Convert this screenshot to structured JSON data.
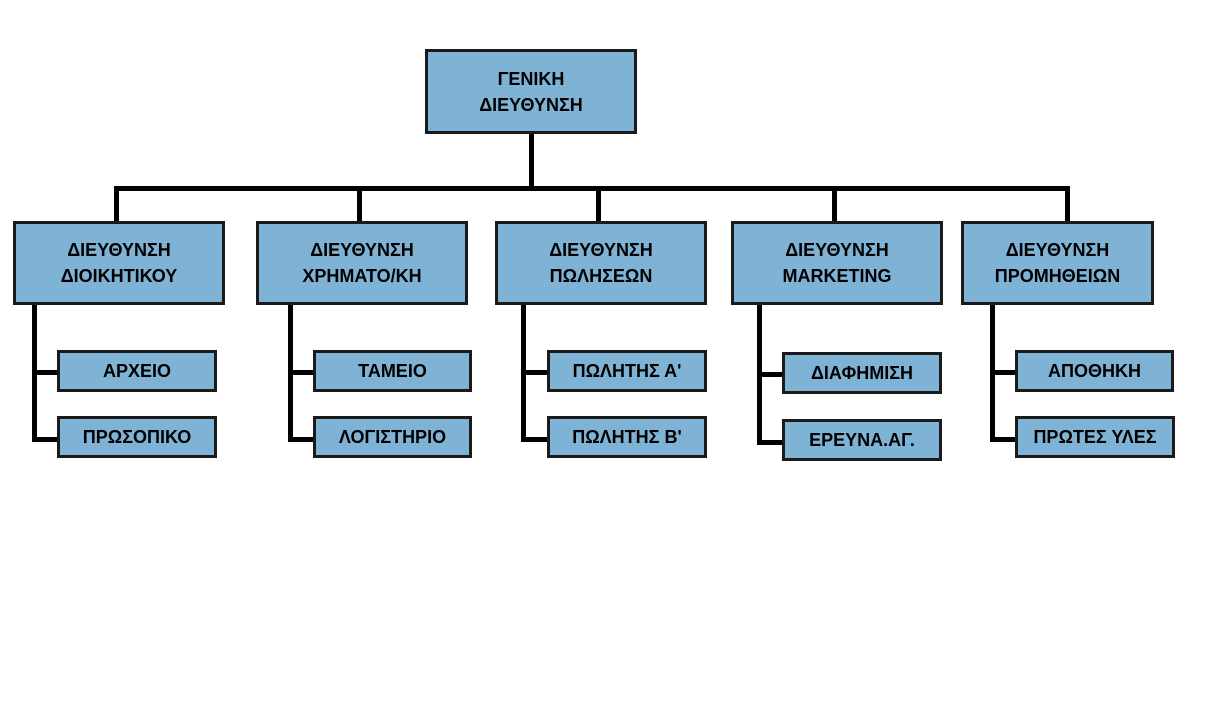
{
  "colors": {
    "box_fill": "#7fb3d5",
    "box_border": "#1a1a1a",
    "connector": "#000000"
  },
  "root": {
    "line1": "ΓΕΝΙΚΗ",
    "line2": "ΔΙΕΥΘΥΝΣΗ"
  },
  "departments": [
    {
      "line1": "ΔΙΕΥΘΥΝΣΗ",
      "line2": "ΔΙΟΙΚΗΤΙΚΟΥ",
      "units": [
        "ΑΡΧΕΙΟ",
        "ΠΡΩΣΟΠΙΚΟ"
      ]
    },
    {
      "line1": "ΔΙΕΥΘΥΝΣΗ",
      "line2": "ΧΡΗΜΑΤΟ/ΚΗ",
      "units": [
        "ΤΑΜΕΙΟ",
        "ΛΟΓΙΣΤΗΡΙΟ"
      ]
    },
    {
      "line1": "ΔΙΕΥΘΥΝΣΗ",
      "line2": "ΠΩΛΗΣΕΩΝ",
      "units": [
        "ΠΩΛΗΤΗΣ Α'",
        "ΠΩΛΗΤΗΣ Β'"
      ]
    },
    {
      "line1": "ΔΙΕΥΘΥΝΣΗ",
      "line2": "MARKETING",
      "units": [
        "ΔΙΑΦΗΜΙΣΗ",
        "ΕΡΕΥΝΑ.ΑΓ."
      ]
    },
    {
      "line1": "ΔΙΕΥΘΥΝΣΗ",
      "line2": "ΠΡΟΜΗΘΕΙΩΝ",
      "units": [
        "ΑΠΟΘΗΚΗ",
        "ΠΡΩΤΕΣ ΥΛΕΣ"
      ]
    }
  ]
}
